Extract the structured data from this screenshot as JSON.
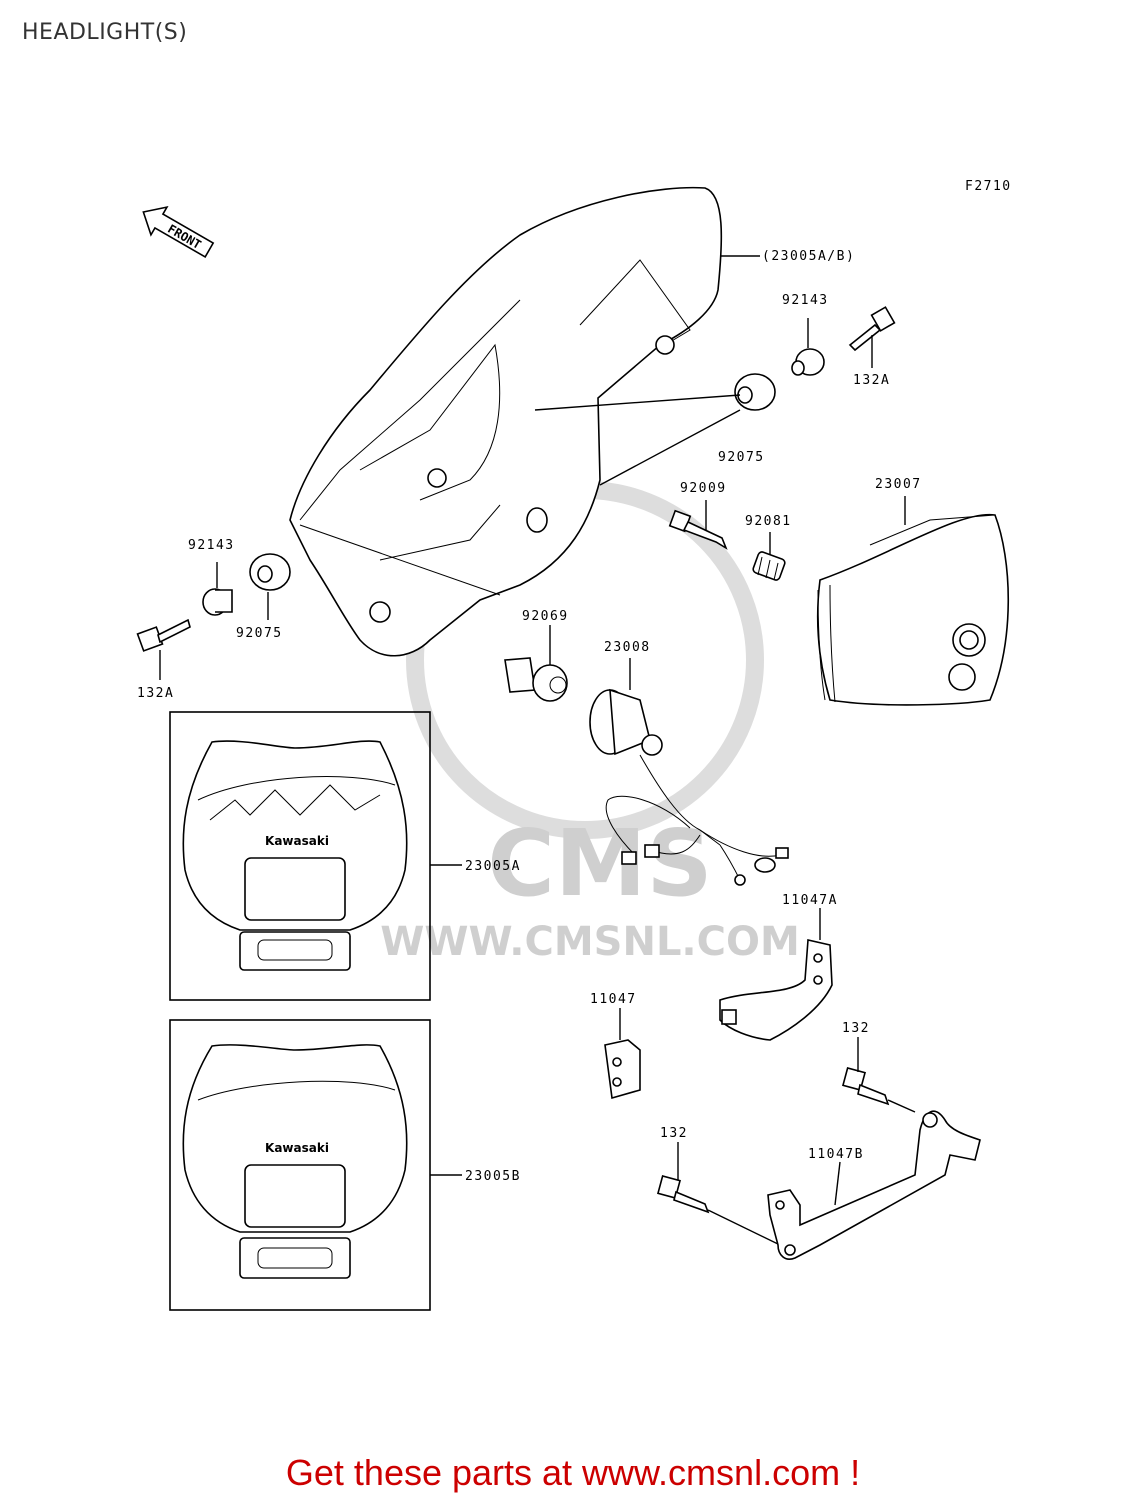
{
  "page_title": "HEADLIGHT(S)",
  "figure_code": "F2710",
  "front_arrow_label": "FRONT",
  "watermark": {
    "logo_text": "CMS",
    "url_text": "WWW.CMSNL.COM"
  },
  "inset_brand": "Kawasaki",
  "part_labels": {
    "cowl_ab": "(23005A/B)",
    "grommet_collar_right": "92143",
    "bolt_right": "132A",
    "grommet_right": "92075",
    "headlight_unit": "23007",
    "screw": "92009",
    "spring": "92081",
    "collar_left": "92143",
    "grommet_left": "92075",
    "bolt_left": "132A",
    "bulb": "92069",
    "socket": "23008",
    "cowl_a": "23005A",
    "cowl_b": "23005B",
    "bracket_a": "11047A",
    "bracket": "11047",
    "bolt_132_right": "132",
    "bolt_132_left": "132",
    "bracket_b": "11047B"
  },
  "footer_text": "Get these parts at www.cmsnl.com !",
  "colors": {
    "footer": "#cc0000",
    "line": "#000000",
    "watermark": "#cfcfcf",
    "title": "#333333"
  }
}
